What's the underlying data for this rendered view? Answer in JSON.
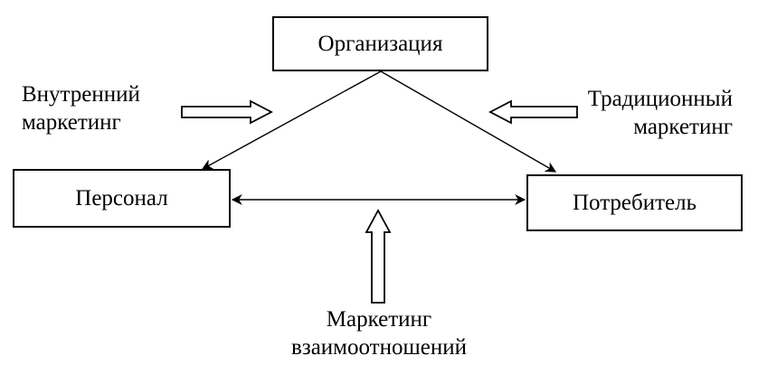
{
  "diagram": {
    "nodes": {
      "organization": "Организация",
      "personnel": "Персонал",
      "consumer": "Потребитель"
    },
    "labels": {
      "internal": {
        "line1": "Внутренний",
        "line2": "маркетинг"
      },
      "traditional": {
        "line1": "Традиционный",
        "line2": "маркетинг"
      },
      "relationship": {
        "line1": "Маркетинг",
        "line2": "взаимоотношений"
      }
    },
    "edges": [
      {
        "from": "organization",
        "to": "personnel",
        "style": "arrow"
      },
      {
        "from": "organization",
        "to": "consumer",
        "style": "arrow"
      },
      {
        "from": "personnel",
        "to": "consumer",
        "style": "double-arrow"
      }
    ],
    "colors": {
      "stroke": "#000000",
      "background": "#ffffff"
    }
  }
}
